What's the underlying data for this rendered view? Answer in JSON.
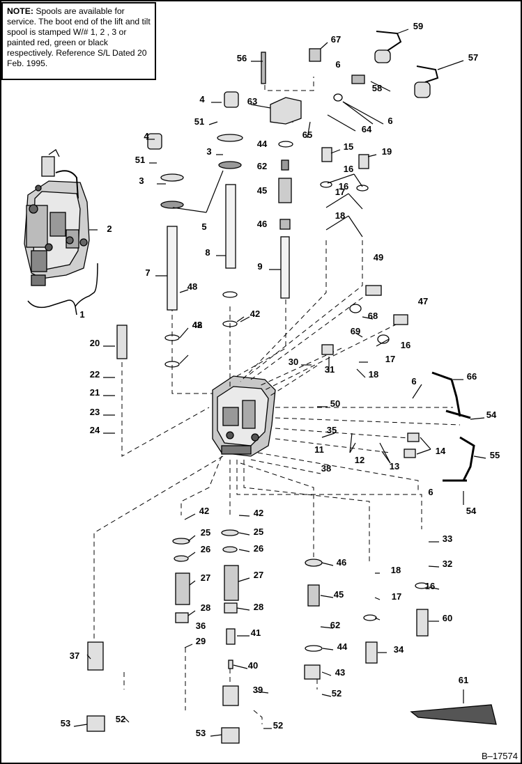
{
  "note": {
    "heading": "NOTE:",
    "body": "Spools are available for service. The boot end of the lift and tilt spool is stamped W/# 1, 2 , 3 or painted red, green or black respectively. Reference S/L Dated 20 Feb. 1995."
  },
  "figure_id": "B–17574",
  "callouts": [
    "1",
    "2",
    "3",
    "3",
    "4",
    "4",
    "5",
    "6",
    "6",
    "6",
    "6",
    "7",
    "8",
    "9",
    "11",
    "12",
    "13",
    "14",
    "15",
    "16",
    "16",
    "16",
    "16",
    "17",
    "17",
    "17",
    "18",
    "18",
    "18",
    "19",
    "20",
    "21",
    "22",
    "23",
    "24",
    "25",
    "25",
    "26",
    "26",
    "27",
    "27",
    "28",
    "28",
    "29",
    "30",
    "31",
    "32",
    "33",
    "34",
    "35",
    "36",
    "37",
    "38",
    "39",
    "40",
    "41",
    "42",
    "42",
    "42",
    "42",
    "43",
    "44",
    "44",
    "45",
    "45",
    "46",
    "46",
    "47",
    "48",
    "48",
    "49",
    "50",
    "51",
    "51",
    "52",
    "52",
    "52",
    "53",
    "53",
    "54",
    "54",
    "55",
    "56",
    "57",
    "58",
    "59",
    "60",
    "61",
    "62",
    "62",
    "63",
    "64",
    "65",
    "66",
    "67",
    "68",
    "69"
  ]
}
